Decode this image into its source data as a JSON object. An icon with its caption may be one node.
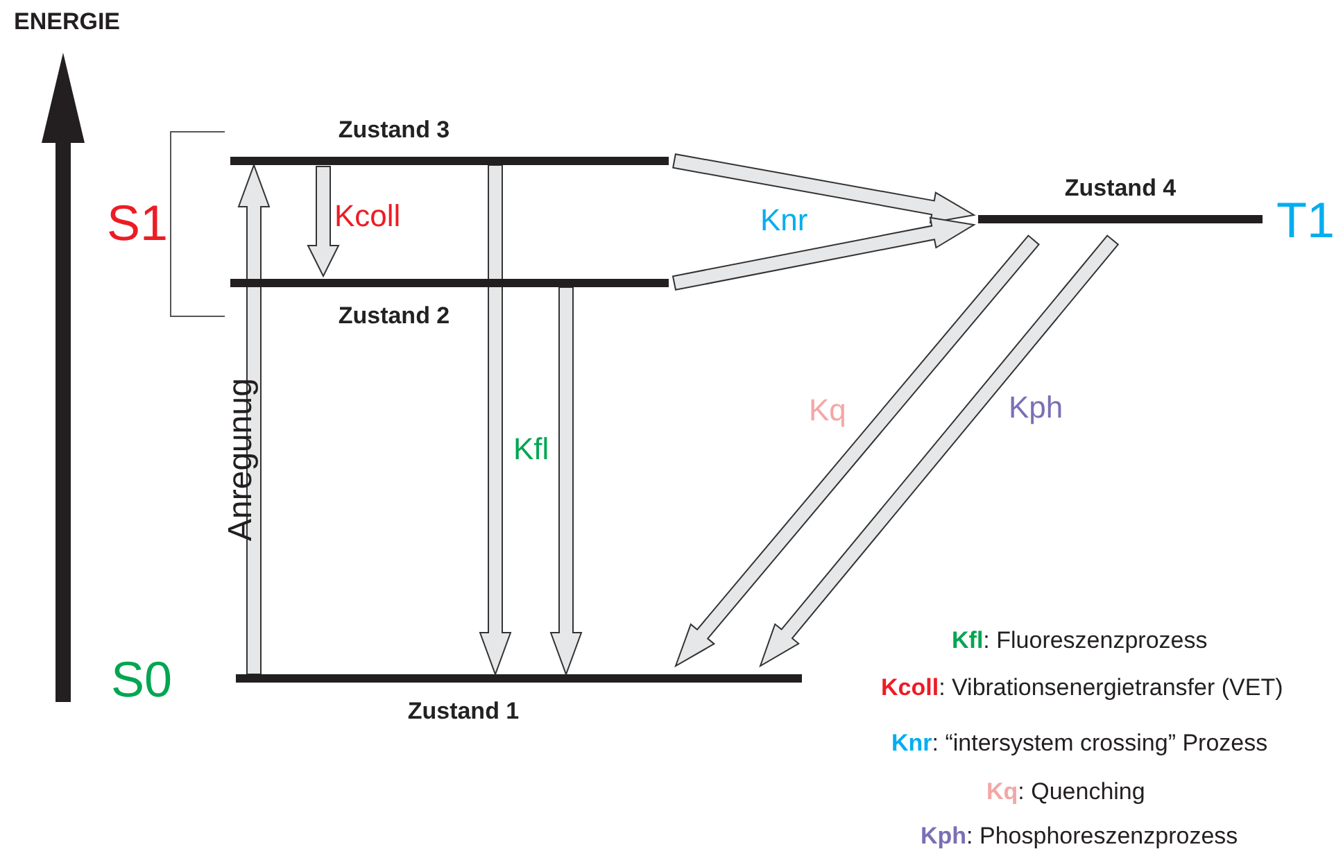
{
  "diagram": {
    "nodes": [
      {
        "text": [
          "Zustand 3"
        ]
      },
      {
        "text": [
          "Zustand 2"
        ]
      },
      {
        "text": [
          "Zustand 1"
        ],
        "beside": [
          "S0"
        ]
      },
      {
        "text": [
          "Zustand 4"
        ],
        "beside": [
          "T1"
        ]
      }
    ],
    "edges": [
      {
        "from": 2,
        "to": 0,
        "arrow": "to",
        "label": "Anregunug"
      },
      {
        "from": 0,
        "to": 1,
        "arrow": "to",
        "label": "Kcoll"
      },
      {
        "from": 0,
        "to": 2,
        "arrow": "to",
        "label": "Kfl"
      },
      {
        "from": 1,
        "to": 2,
        "arrow": "to"
      },
      {
        "from": 0,
        "to": 3,
        "arrow": "to",
        "label": "Knr"
      },
      {
        "from": 1,
        "to": 3,
        "arrow": "to"
      },
      {
        "from": 3,
        "to": 2,
        "arrow": "to",
        "label": "Kq"
      },
      {
        "from": 3,
        "to": 2,
        "arrow": "to",
        "label": "Kph"
      }
    ],
    "labels": [
      "ENERGIE",
      "S1",
      "**Kfl**: Fluoreszenzprozess",
      "**Kcoll**: Vibrationsenergietransfer (VET)",
      "**Knr**: “intersystem crossing” Prozess",
      "**Kq**: Quenching",
      "**Kph**: Phosphoreszenzprozess"
    ]
  }
}
